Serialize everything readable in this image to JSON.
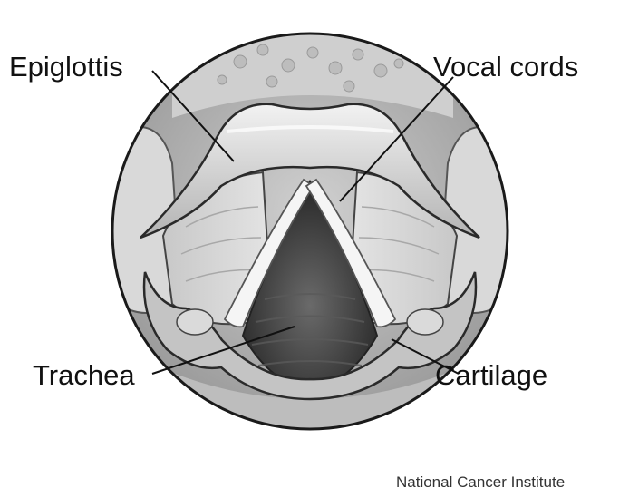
{
  "labels": {
    "epiglottis": "Epiglottis",
    "vocal_cords": "Vocal cords",
    "trachea": "Trachea",
    "cartilage": "Cartilage"
  },
  "credit": "National Cancer Institute",
  "colors": {
    "background": "#ffffff",
    "outline": "#1a1a1a",
    "tissue_light": "#e6e6e6",
    "tissue_mid": "#b8b8b8",
    "cavity_dark": "#3c3c3c",
    "vocal_cord": "#f4f4f4",
    "text": "#111111"
  }
}
